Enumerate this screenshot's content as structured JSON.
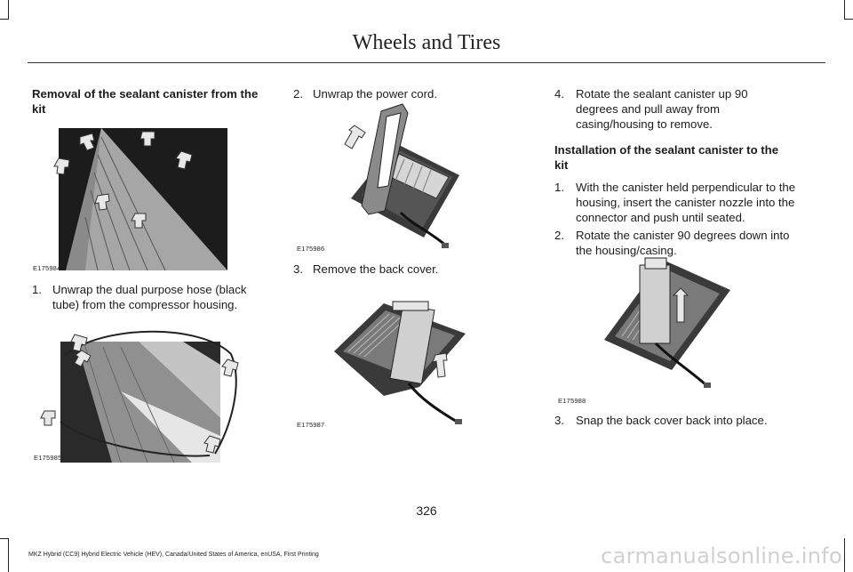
{
  "header": {
    "title": "Wheels and Tires"
  },
  "col1": {
    "heading": "Removal of the sealant canister from the kit",
    "fig1_code": "E175984",
    "step1_num": "1.",
    "step1_text": "Unwrap the dual purpose hose (black tube) from the compressor housing.",
    "fig2_code": "E175985"
  },
  "col2": {
    "step2_num": "2.",
    "step2_text": "Unwrap the power cord.",
    "fig3_code": "E175986",
    "step3_num": "3.",
    "step3_text": "Remove the back cover.",
    "fig4_code": "E175987"
  },
  "col3": {
    "step4_num": "4.",
    "step4_text": "Rotate the sealant canister up 90 degrees and pull away from casing/housing to remove.",
    "heading": "Installation of the sealant canister to the kit",
    "inst1_num": "1.",
    "inst1_text": "With the canister held perpendicular to the housing, insert the canister nozzle into the connector and push until seated.",
    "inst2_num": "2.",
    "inst2_text": "Rotate the canister 90 degrees down into the housing/casing.",
    "fig5_code": "E175988",
    "inst3_num": "3.",
    "inst3_text": "Snap the back cover back into place."
  },
  "page_number": "326",
  "footer": "MKZ Hybrid (CC9) Hybrid Electric Vehicle (HEV), Canada/United States of America, enUSA, First Printing",
  "watermark": "carmanualsonline.info"
}
